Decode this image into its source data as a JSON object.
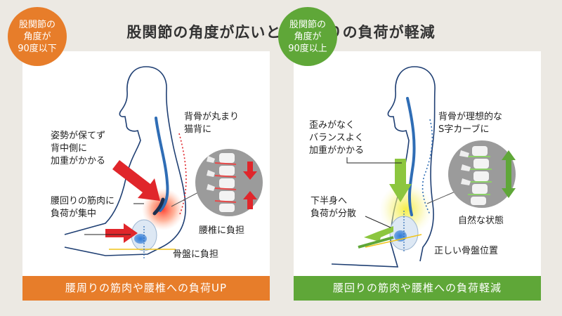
{
  "title": "股関節の角度が広いと、腰周りの負荷が軽減",
  "left": {
    "badge": [
      "股関節の",
      "角度が",
      "90度以下"
    ],
    "label_posture": [
      "姿勢が保てず",
      "背中側に",
      "加重がかかる"
    ],
    "label_spine": [
      "背骨が丸まり",
      "猫背に"
    ],
    "label_muscle": [
      "腰回りの筋肉に",
      "負荷が集中"
    ],
    "label_lumbar": "腰椎に負担",
    "label_pelvis": "骨盤に負担",
    "footer": "腰周りの筋肉や腰椎への負荷UP",
    "accent": "#e77d2a",
    "arrow_color": "#e0262b"
  },
  "right": {
    "badge": [
      "股関節の",
      "角度が",
      "90度以上"
    ],
    "label_balance": [
      "歪みがなく",
      "バランスよく",
      "加重がかかる"
    ],
    "label_spine": [
      "背骨が理想的な",
      "S字カーブに"
    ],
    "label_lower": [
      "下半身へ",
      "負荷が分散"
    ],
    "label_natural": "自然な状態",
    "label_pelvis": "正しい骨盤位置",
    "footer": "腰回りの筋肉や腰椎への負荷軽減",
    "accent": "#5fa738",
    "arrow_color": "#8cc63f"
  },
  "colors": {
    "spine": "#2f6db5",
    "outline": "#1f3f73",
    "thigh_line": "#f0c419"
  }
}
